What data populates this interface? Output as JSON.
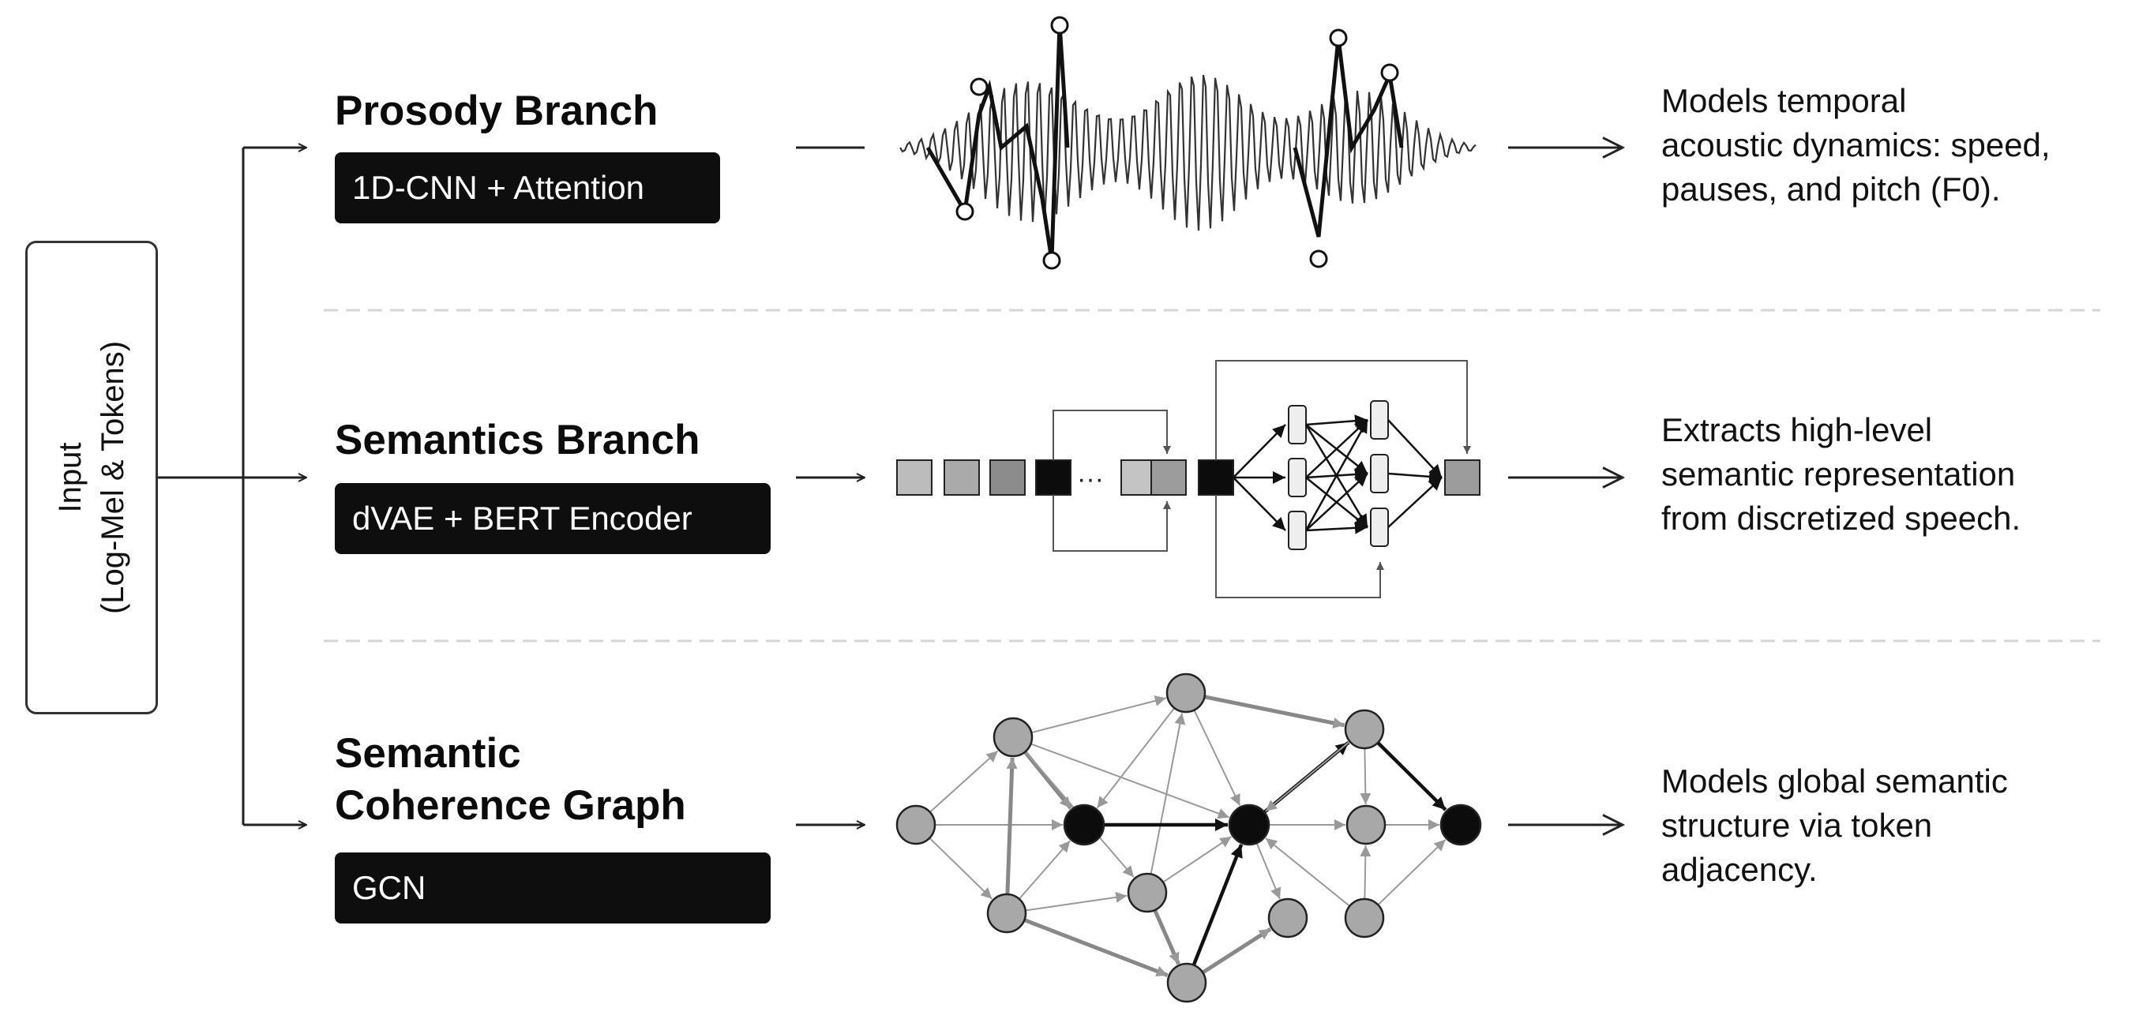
{
  "input": {
    "line1": "Input",
    "line2": "(Log-Mel & Tokens)"
  },
  "branches": [
    {
      "title": [
        "Prosody Branch"
      ],
      "tag": "1D-CNN + Attention",
      "description": [
        "Models temporal",
        "acoustic dynamics: speed,",
        "pauses, and pitch (F0)."
      ]
    },
    {
      "title": [
        "Semantics Branch"
      ],
      "tag": "dVAE + BERT Encoder",
      "description": [
        "Extracts high-level",
        "semantic representation",
        "from discretized speech."
      ]
    },
    {
      "title": [
        "Semantic",
        "Coherence Graph"
      ],
      "tag": "GCN",
      "description": [
        "Models global semantic",
        "structure via token",
        "adjacency."
      ]
    }
  ],
  "colors": {
    "text": "#111111",
    "tag_bg": "#0e0e0e",
    "tag_text": "#ffffff",
    "node_gray": "#a8a8a8",
    "node_black": "#0c0c0c",
    "token_gray": "#b8b8b8",
    "divider": "#d8d8d8"
  },
  "icons": [
    "arrow-right-icon",
    "waveform-icon",
    "token-sequence-icon",
    "graph-network-icon"
  ]
}
